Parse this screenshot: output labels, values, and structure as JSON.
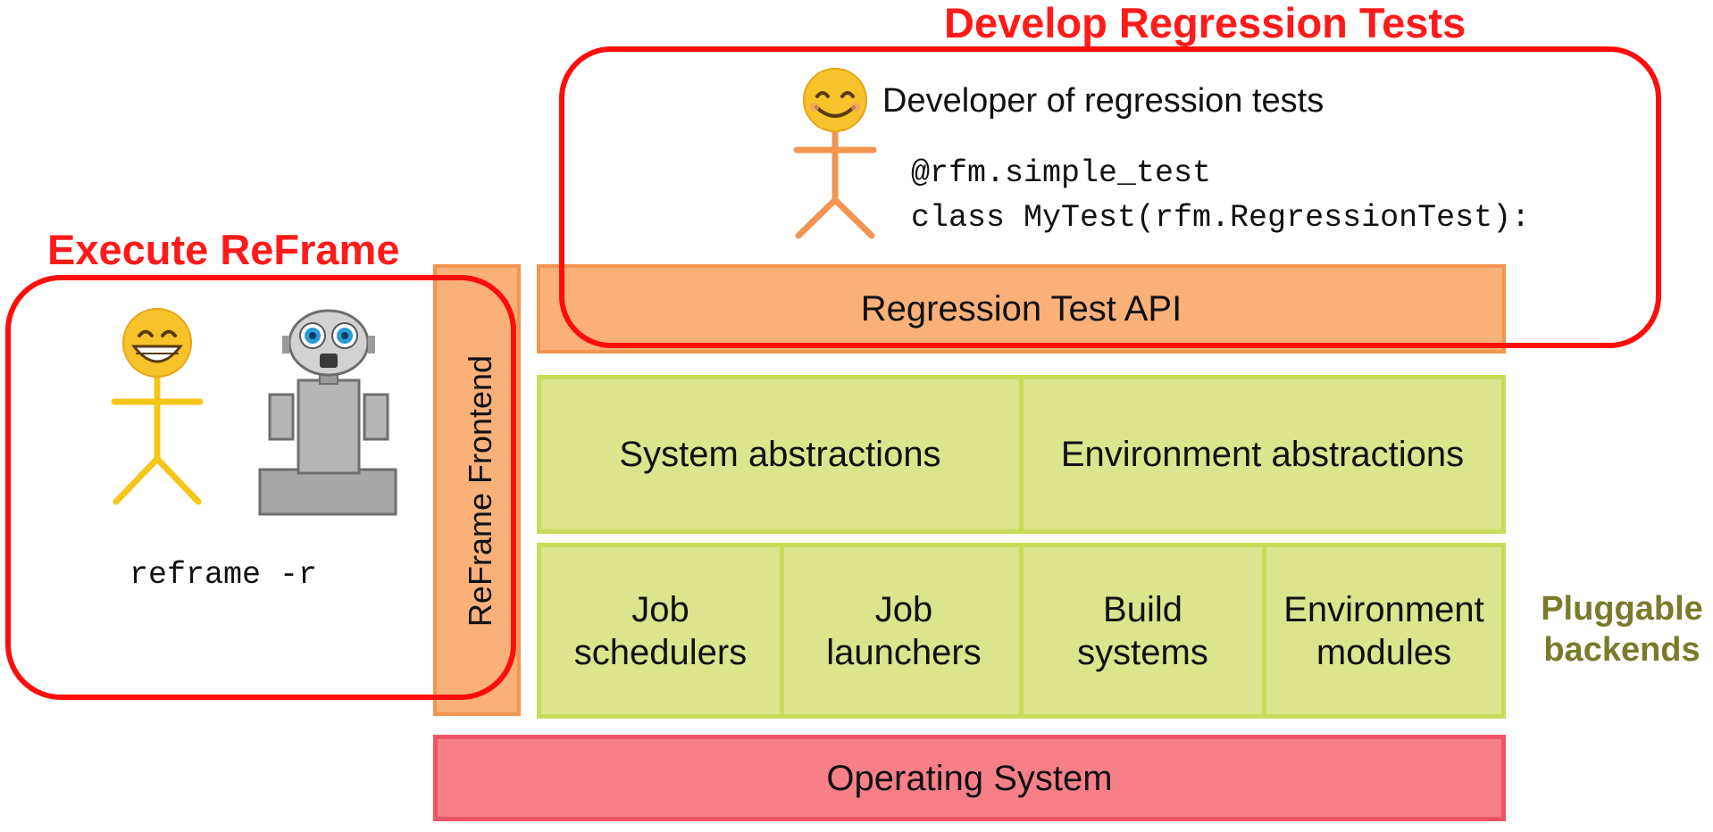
{
  "headings": {
    "develop": "Develop Regression Tests",
    "execute": "Execute ReFrame"
  },
  "developer": {
    "label": "Developer of regression tests",
    "code_line1": "@rfm.simple_test",
    "code_line2": "class MyTest(rfm.RegressionTest):"
  },
  "execute": {
    "command": "reframe -r"
  },
  "layers": {
    "frontend": "ReFrame Frontend",
    "api": "Regression Test API",
    "system_abstractions": "System abstractions",
    "environment_abstractions": "Environment abstractions",
    "backends": [
      "Job\nschedulers",
      "Job\nlaunchers",
      "Build\nsystems",
      "Environment\nmodules"
    ],
    "os": "Operating System"
  },
  "side_label": "Pluggable\nbackends",
  "colors": {
    "highlight_red": "#ff0c0c",
    "orange_layer": "#f9b079",
    "green_layer": "#dce48d",
    "os_layer": "#f77f88",
    "pluggable_text": "#7a7a2a"
  },
  "icons": [
    "smiling-face-icon",
    "grinning-face-icon",
    "robot-icon",
    "stick-figure-icon"
  ]
}
